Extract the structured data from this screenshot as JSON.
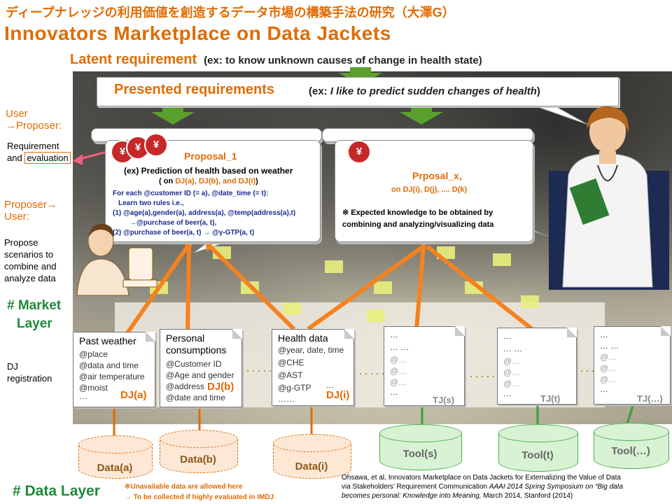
{
  "header": {
    "jp_title": "ディープナレッジの利用価値を創造するデータ市場の構築手法の研究（大澤G）",
    "en_title": "Innovators Marketplace on Data Jackets"
  },
  "latent": {
    "label": "Latent requirement",
    "example": "(ex: to know unknown causes of change in health state)"
  },
  "presented": {
    "label": "Presented requirements",
    "example_prefix": "(ex: ",
    "example_italic": "I like to predict sudden changes of health",
    "example_suffix": ")"
  },
  "side_labels": {
    "user_proposer": [
      "User",
      "→Proposer:"
    ],
    "requirement": "Requirement",
    "and_word": "and",
    "evaluation": "evaluation",
    "proposer_user": [
      "Proposer→",
      "User:"
    ],
    "propose_text": [
      "Propose",
      "scenarios to",
      "combine and",
      "analyze data"
    ],
    "market_layer": [
      "# Market",
      "Layer"
    ],
    "dj_registration": [
      "DJ",
      "registration"
    ]
  },
  "proposal_1": {
    "title": "Proposal_1",
    "line1": "(ex) Prediction of health based on weather",
    "line2_prefix": "( on ",
    "line2_djs": "DJ(a), DJ(b), and DJ(i)",
    "line2_suffix": ")",
    "rules": [
      "For each @customer ID (= a), @date_time (= t):",
      "  Learn two rules i.e.,",
      "(1) @age(a),gender(a), address(a), @temp(address(a),t)",
      "      →@purchase of beer(a, t),",
      "(2) @purchase of beer(a, t) →  @γ-GTP(a, t)"
    ],
    "yen": "¥"
  },
  "proposal_x": {
    "title": "Prposal_x,",
    "sub": "on DJ(i), D(j), .... D(k)",
    "note": [
      "※ Expected knowledge to be obtained by",
      "combining and analyzing/visualizing data"
    ],
    "yen": "¥"
  },
  "data_jackets": [
    {
      "title": [
        "Past weather"
      ],
      "lines": [
        "@place",
        "@data and time",
        "@air temperature",
        "@moist",
        "…"
      ],
      "label": "DJ(a)"
    },
    {
      "title": [
        "Personal",
        "consumptions"
      ],
      "lines": [
        "@Customer ID",
        "@Age and gender",
        "@address",
        "@date and time"
      ],
      "label": "DJ(b)"
    },
    {
      "title": [
        "Health data"
      ],
      "lines": [
        "@year, date, time",
        "@CHE",
        "@AST",
        "@g-GTP",
        "……"
      ],
      "extra": "…",
      "label": "DJ(i)"
    }
  ],
  "tool_jackets": [
    {
      "lines": [
        "…",
        "…      …",
        "@…",
        "@…",
        "@…",
        "…"
      ],
      "label": "TJ(s)"
    },
    {
      "lines": [
        "…",
        "…      …",
        "@…",
        "@…",
        "@…",
        "…"
      ],
      "label": "TJ(t)"
    },
    {
      "lines": [
        "…",
        "…      …",
        "@…",
        "@…",
        "@…",
        "…"
      ],
      "label": "TJ(…)"
    }
  ],
  "data_stores": [
    "Data(a)",
    "Data(b)",
    "Data(i)"
  ],
  "tool_stores": [
    "Tool(s)",
    "Tool(t)",
    "Tool(…)"
  ],
  "footer": {
    "data_layer": "# Data Layer",
    "note": [
      "※Unavailable data are allowed here",
      "→ To be collected if highly evaluated in IMDJ"
    ],
    "citation_1": "Ohsawa, et al, Innovators Marketplace on Data Jackets for Externalizing the Value of Data",
    "citation_2_plain": "via Stakeholders’ Requirement Communication ",
    "citation_2_italic": "AAAI 2014 Spring Symposium on “Big data",
    "citation_3_italic": "becomes personal: Knowledge into Meaning,",
    "citation_3_plain": " March 2014, Stanford (2014)"
  },
  "colors": {
    "accent": "#e06c00",
    "green": "#1f8a3a",
    "arrow_green": "#5aa02c",
    "yen_red": "#c62828"
  }
}
